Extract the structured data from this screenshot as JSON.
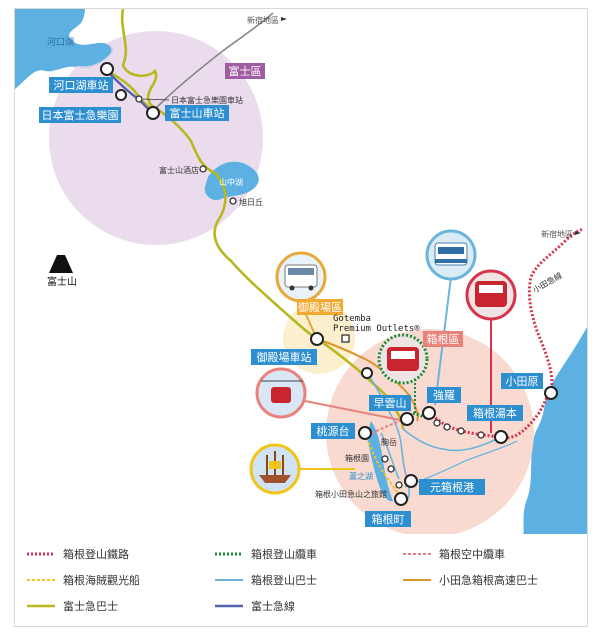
{
  "colors": {
    "water": "#5cb0e2",
    "fuji_zone": "#e8d6ea",
    "hakone_zone": "#f7d3c9",
    "gotemba_zone": "#fcecc4",
    "label_blue": "#2e8fd0",
    "hakone_tozan_railway": "#d6334d",
    "hakone_ropeway": "#1a8a3a",
    "hakone_aerial": "#e8827a",
    "pirate_ship": "#f0c419",
    "tozan_bus": "#6cb4dc",
    "odakyu_express_bus": "#d9962a",
    "fujikyu_bus": "#b7b820",
    "fujikyu_line": "#5662ae"
  },
  "places": {
    "kawaguchiko_lake": "河口湖",
    "shinjuku_top": "新宿地區",
    "fuji_area": "富士區",
    "kawaguchiko_station": "河口湖車站",
    "fujikyu_highland": "日本富士急樂園",
    "fujikyu_highland_station": "日本富士急樂園車站",
    "fujisan_station": "富士山車站",
    "fujisan_hotel": "富士山酒店",
    "yamanakako": "山中湖",
    "asahigaoka": "旭日丘",
    "mt_fuji": "富士山",
    "shinjuku_right": "新宿地區",
    "odakyu_line": "小田急線",
    "gotemba_area": "御殿場區",
    "gotemba_outlets_1": "Gotemba",
    "gotemba_outlets_2": "Premium Outlets®",
    "hakone_area": "箱根區",
    "gotemba_station": "御殿場車站",
    "odawara": "小田原",
    "gora": "強羅",
    "sounzan": "早雲山",
    "hakone_yumoto": "箱根湯本",
    "togendai": "桃源台",
    "komagatake": "駒岳",
    "hakone_en": "箱根園",
    "ashinoko": "蘆之湖",
    "motohakone_port": "元箱根港",
    "hakone_sekisho": "箱根小田急山之旅館",
    "hakone_machi": "箱根町"
  },
  "legend": [
    {
      "label": "箱根登山鐵路",
      "style": "hakone_tozan_railway"
    },
    {
      "label": "箱根登山纜車",
      "style": "hakone_ropeway"
    },
    {
      "label": "箱根空中纜車",
      "style": "hakone_aerial"
    },
    {
      "label": "箱根海賊觀光船",
      "style": "pirate_ship"
    },
    {
      "label": "箱根登山巴士",
      "style": "tozan_bus"
    },
    {
      "label": "小田急箱根高速巴士",
      "style": "odakyu_express_bus"
    },
    {
      "label": "富士急巴士",
      "style": "fujikyu_bus"
    },
    {
      "label": "富士急線",
      "style": "fujikyu_line"
    }
  ]
}
